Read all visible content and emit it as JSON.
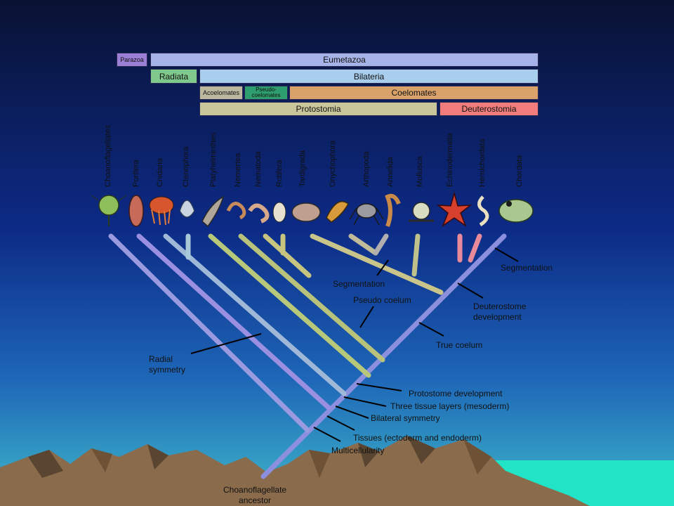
{
  "bars": {
    "parazoa": "Parazoa",
    "eumetazoa": "Eumetazoa",
    "radiata": "Radiata",
    "bilateria": "Bilateria",
    "acoelomates": "Acoelomates",
    "pseudocoelomates": "Pseudo-\ncoelomates",
    "coelomates": "Coelomates",
    "protostomia": "Protostomia",
    "deuterostomia": "Deuterostomia"
  },
  "bar_colors": {
    "parazoa": "#9b7fd4",
    "eumetazoa": "#a5b4ea",
    "radiata": "#7fc98c",
    "bilateria": "#a9cdec",
    "acoelomates": "#bdb8a0",
    "pseudocoelomates": "#2f9e6e",
    "coelomates": "#d9a26a",
    "protostomia": "#c9c69c",
    "deuterostomia": "#f07c7c"
  },
  "taxa": [
    "Choanoflagellates",
    "Porifera",
    "Cnidaria",
    "Ctenophora",
    "Platyhelminthes",
    "Nemertea",
    "Nematoda",
    "Rotifera",
    "Tardigrada",
    "Onychophora",
    "Arthopoda",
    "Annelida",
    "Mollusca",
    "Echinodermatia",
    "Hemichordata",
    "Chordata"
  ],
  "annotations": {
    "radial_symmetry": "Radial\nsymmetry",
    "segmentation_proto": "Segmentation",
    "pseudo_coelum": "Pseudo coelum",
    "segmentation_deut": "Segmentation",
    "deuterostome_development": "Deuterostome\ndevelopment",
    "true_coelum": "True coelum",
    "protostome_development": "Protostome development",
    "three_tissue_layers": "Three tissue layers (mesoderm)",
    "bilateral_symmetry": "Bilateral symmetry",
    "tissues": "Tissues (ectoderm and endoderm)",
    "multicellularity": "Multicellularity",
    "root": "Choanoflagellate\nancestor"
  },
  "colors": {
    "sky_top": "#0b1438",
    "sky_mid": "#0d2a7a",
    "sky_bottom": "#1a8fb8",
    "sea": "#1fe0c8",
    "mountain": "#8a6a4a",
    "branch": "#8c90e0"
  }
}
